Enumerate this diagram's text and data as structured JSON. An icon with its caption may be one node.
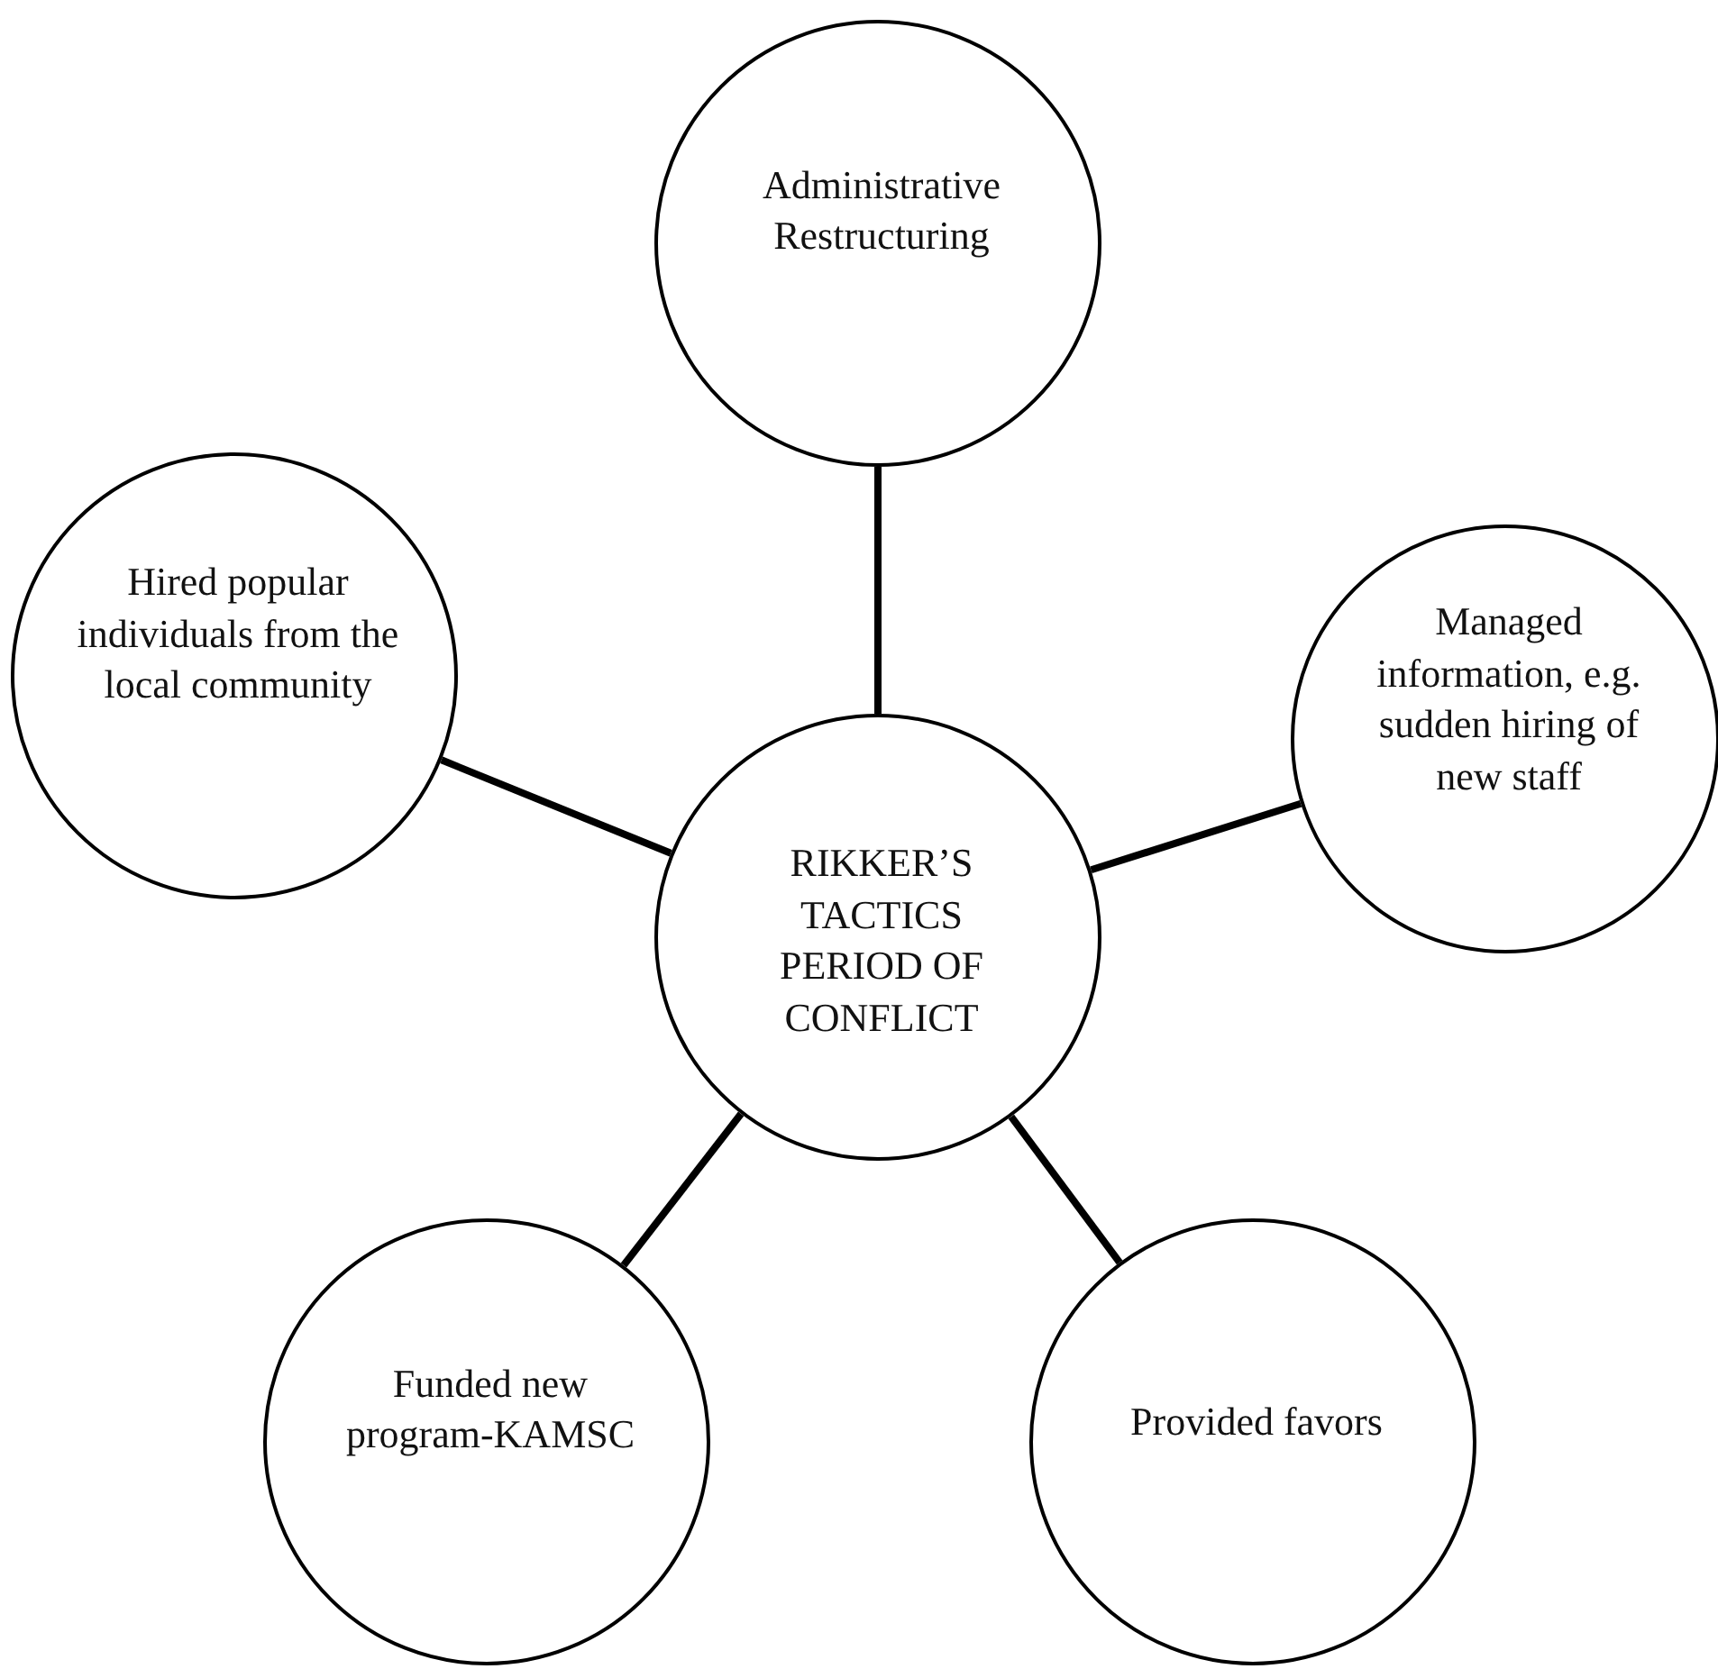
{
  "diagram": {
    "nodes": [
      {
        "text": [
          "RIKKER’S TACTICS PERIOD OF CONFLICT"
        ]
      },
      {
        "text": [
          "Administrative Restructuring"
        ]
      },
      {
        "text": [
          "Managed information, e.g. sudden hiring of new staff"
        ]
      },
      {
        "text": [
          "Provided favors"
        ]
      },
      {
        "text": [
          "Funded new program-KAMSC"
        ]
      },
      {
        "text": [
          "Hired popular individuals from the local community"
        ]
      }
    ],
    "edges": [
      {
        "from": 0,
        "to": 1,
        "arrow": "none"
      },
      {
        "from": 0,
        "to": 2,
        "arrow": "none"
      },
      {
        "from": 0,
        "to": 3,
        "arrow": "none"
      },
      {
        "from": 0,
        "to": 4,
        "arrow": "none"
      },
      {
        "from": 0,
        "to": 5,
        "arrow": "none"
      }
    ]
  }
}
